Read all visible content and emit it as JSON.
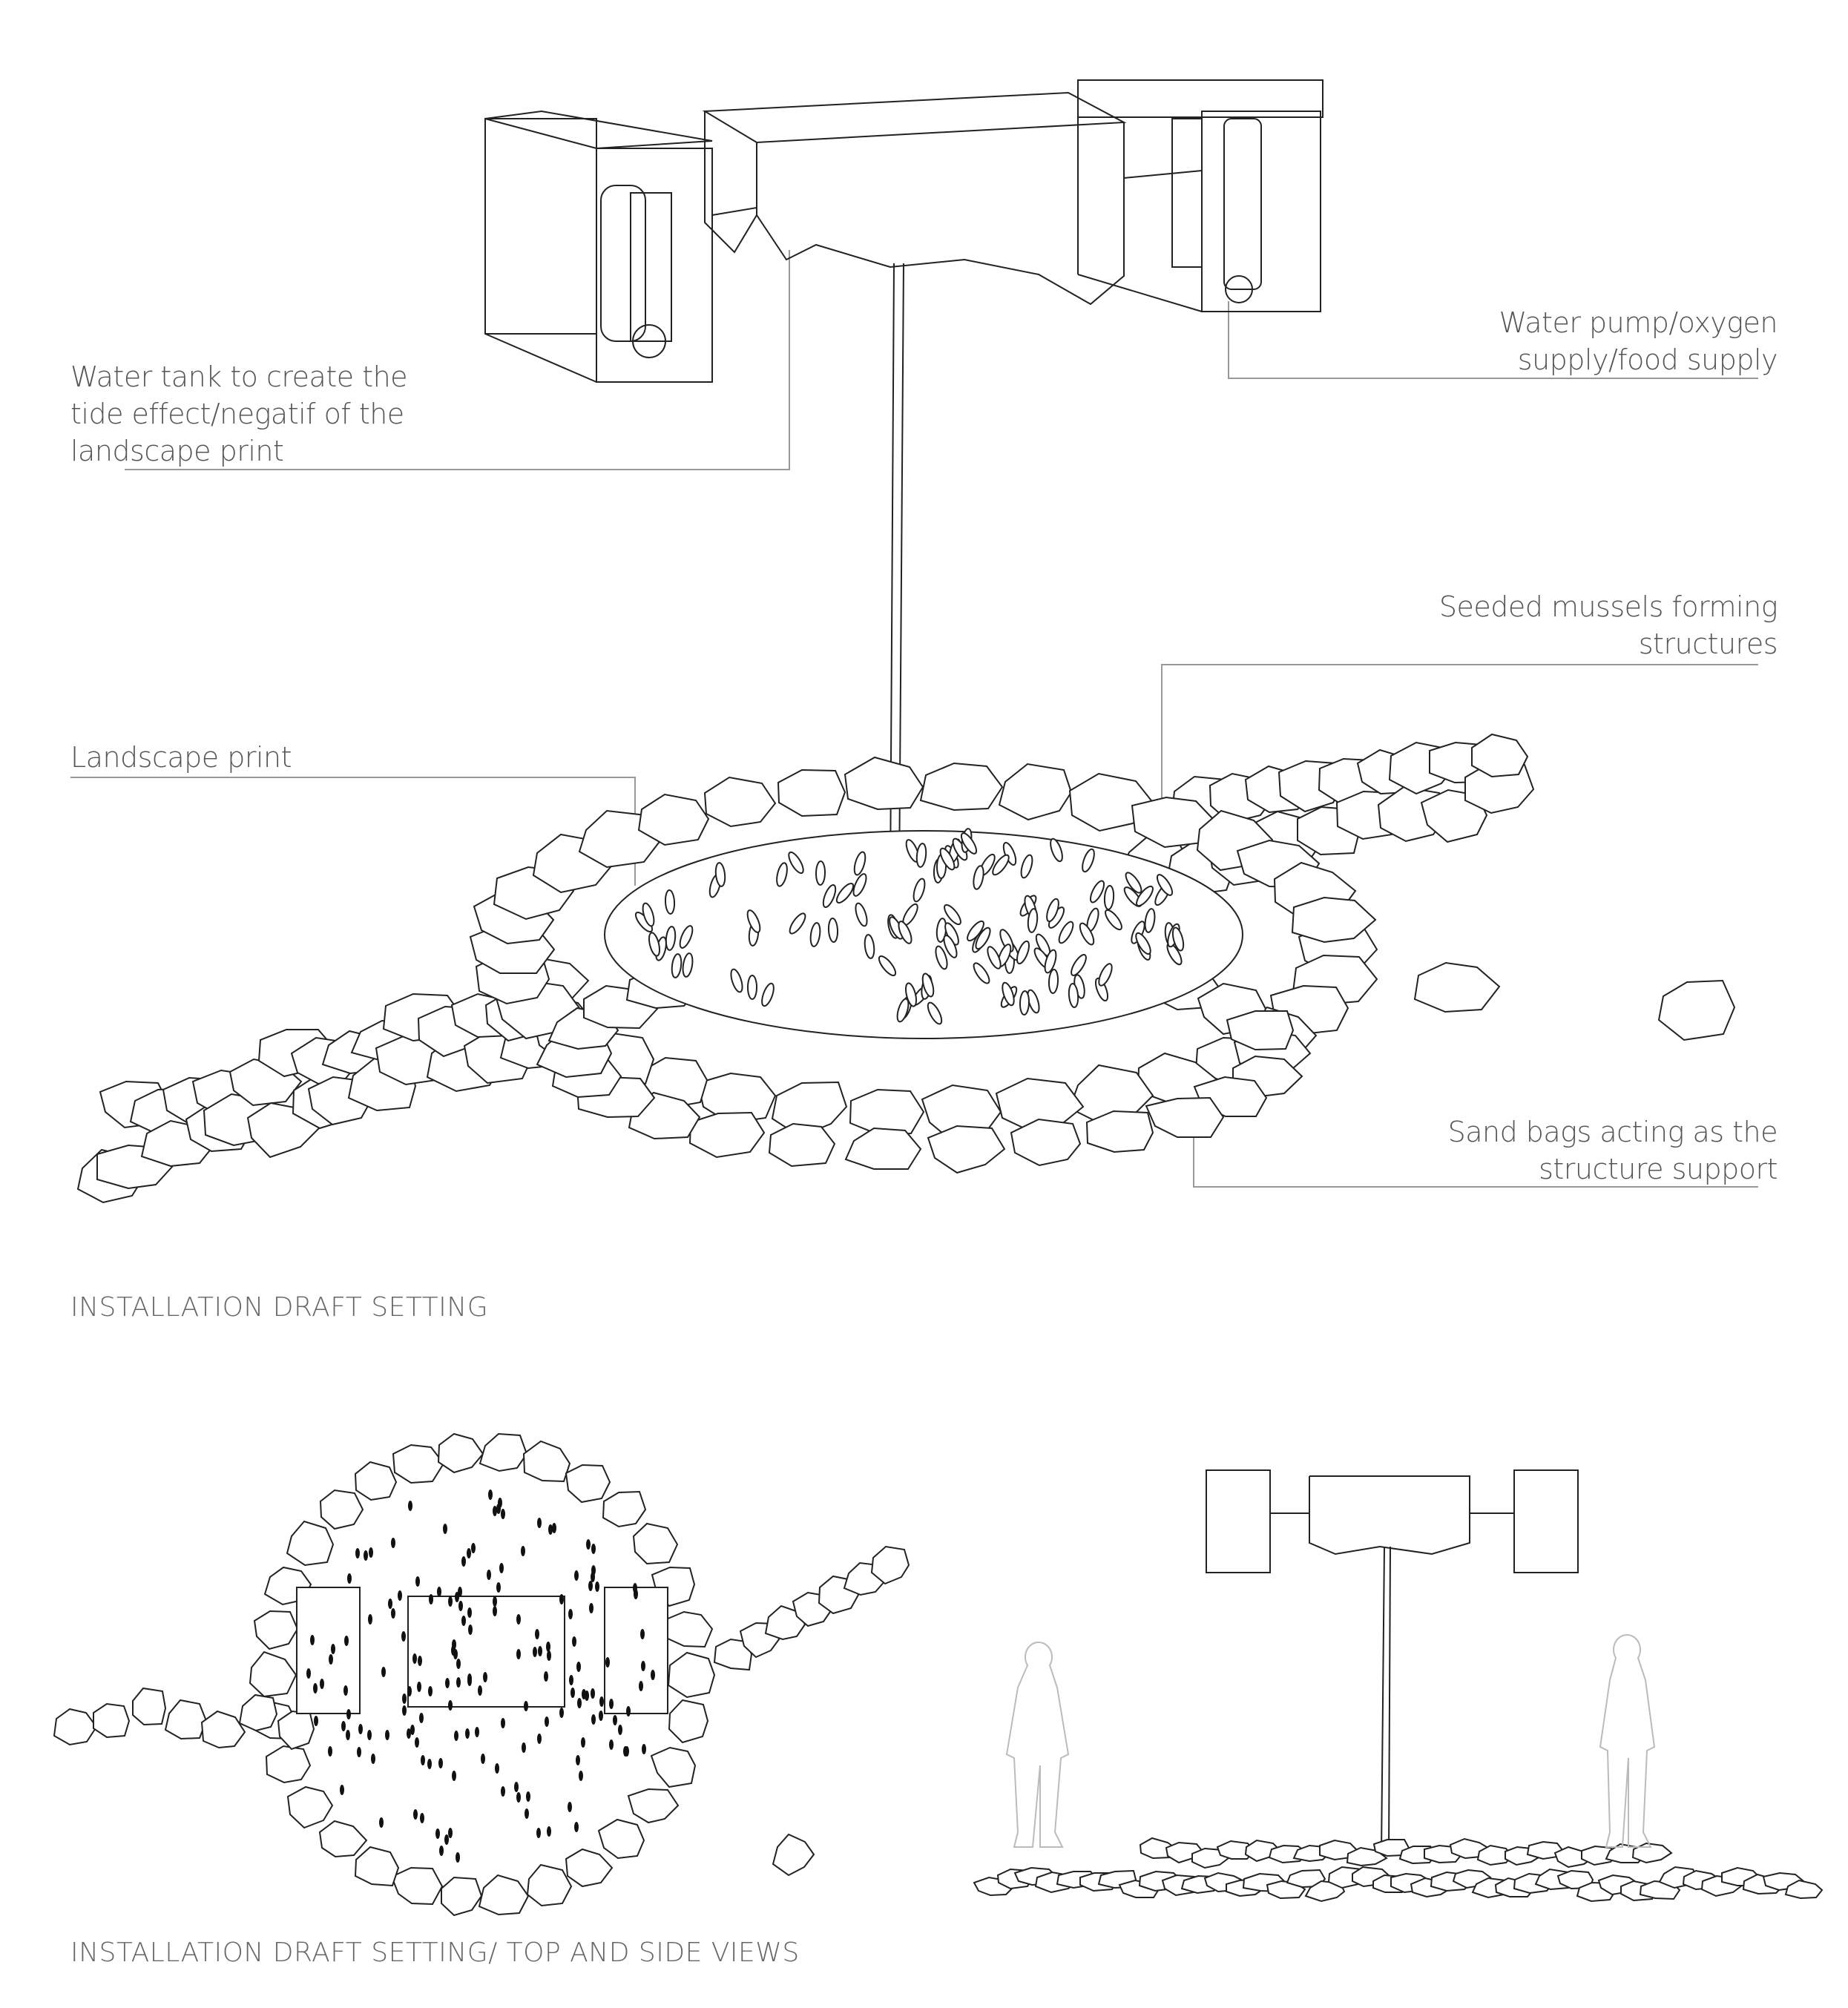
{
  "labels": {
    "water_tank": [
      "Water tank to create the",
      "tide effect/negatif of the",
      "landscape print"
    ],
    "water_pump": [
      "Water pump/oxygen",
      "supply/food supply"
    ],
    "mussels": [
      "Seeded mussels forming",
      "structures"
    ],
    "landscape_print": "Landscape print",
    "sand_bags": [
      "Sand bags acting as the",
      "structure support"
    ]
  },
  "titles": {
    "main": "INSTALLATION DRAFT SETTING",
    "views": "INSTALLATION DRAFT SETTING/ TOP AND SIDE VIEWS"
  },
  "colors": {
    "line": "#222222",
    "leader": "#999999",
    "text": "#555555"
  }
}
